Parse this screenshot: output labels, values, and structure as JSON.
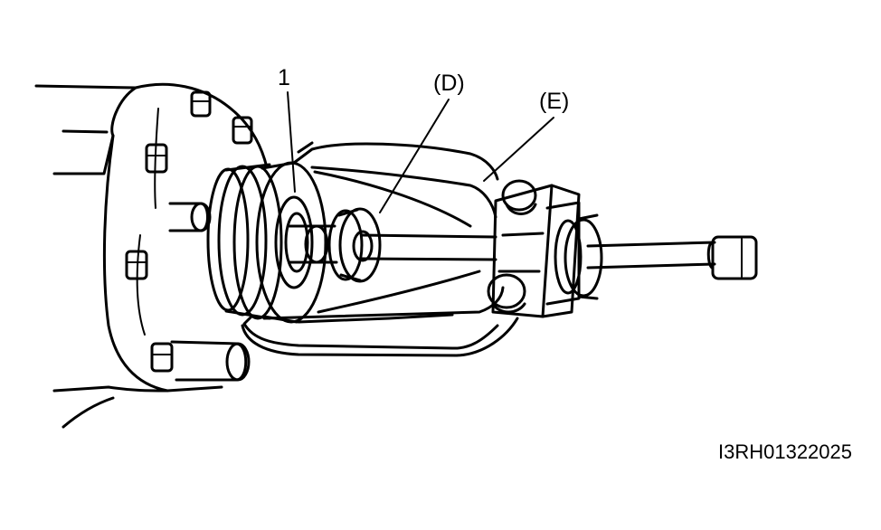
{
  "callouts": {
    "part_1": "1",
    "tool_d": "(D)",
    "tool_e": "(E)"
  },
  "figure_code": "I3RH01322025",
  "colors": {
    "ink": "#000000",
    "paper": "#ffffff"
  }
}
